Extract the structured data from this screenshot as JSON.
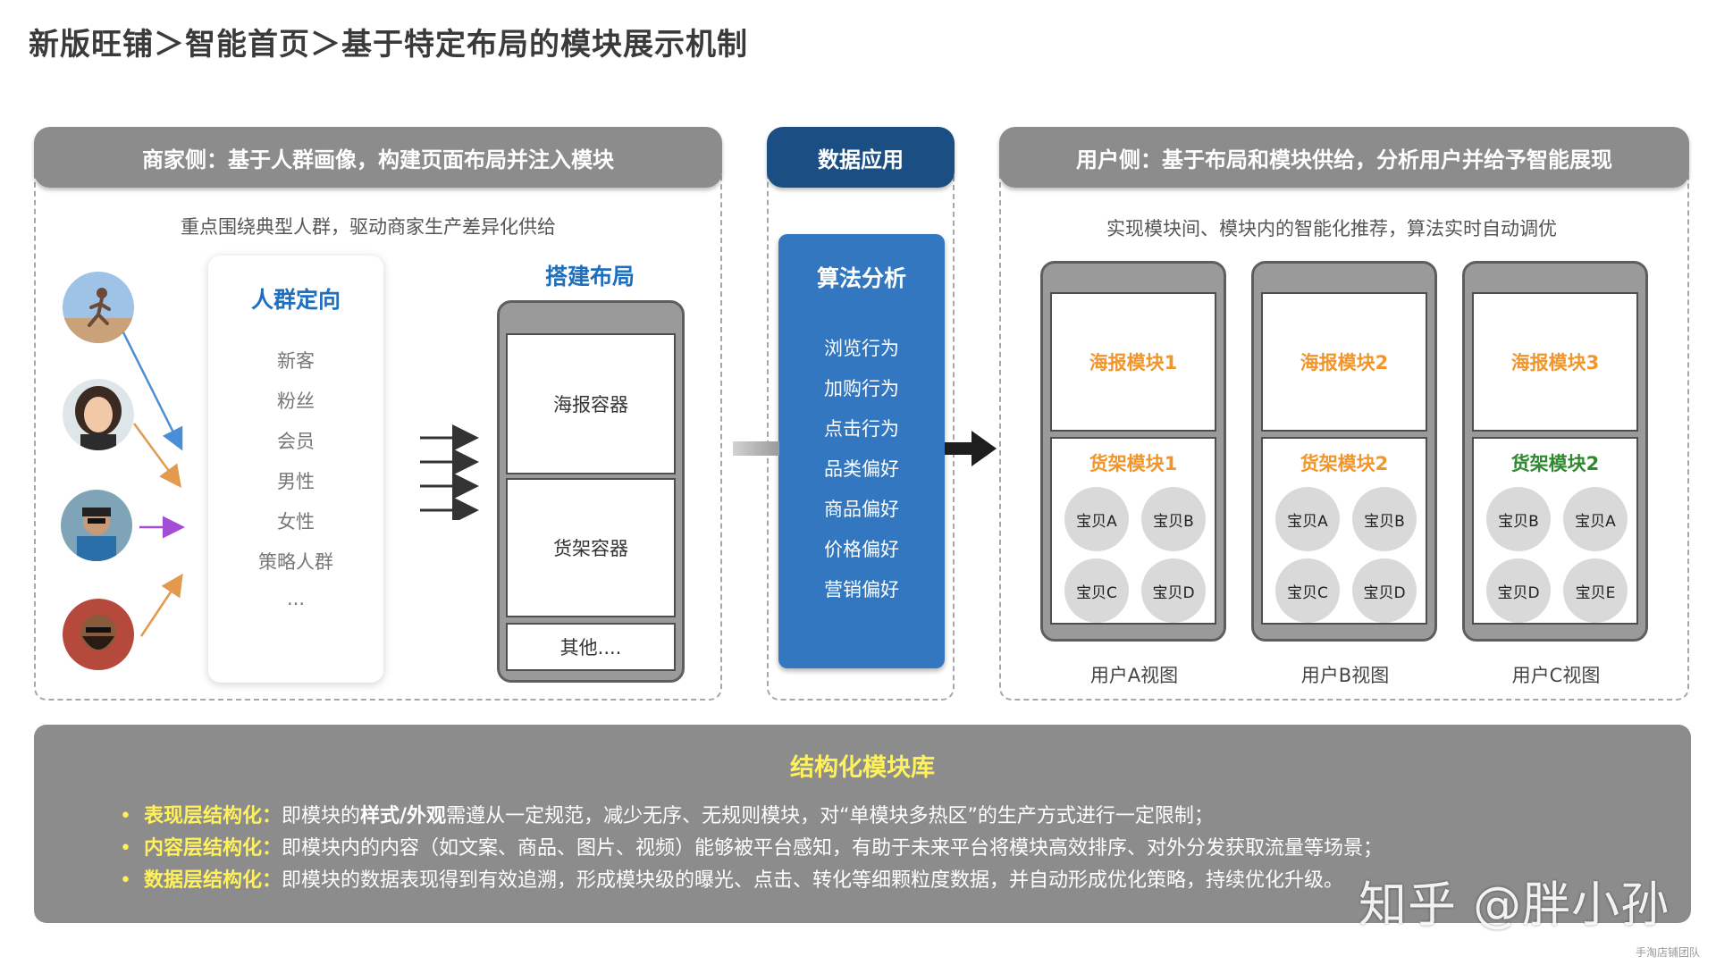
{
  "page_title": "新版旺铺＞智能首页＞基于特定布局的模块展示机制",
  "merchant": {
    "header": "商家侧：基于人群画像，构建页面布局并注入模块",
    "subtitle": "重点围绕典型人群，驱动商家生产差异化供给",
    "crowd_title": "人群定向",
    "crowd_items": [
      "新客",
      "粉丝",
      "会员",
      "男性",
      "女性",
      "策略人群",
      "..."
    ],
    "layout_title": "搭建布局",
    "containers": [
      "海报容器",
      "货架容器",
      "其他...."
    ]
  },
  "data_app": {
    "header": "数据应用",
    "algo_title": "算法分析",
    "behaviors": [
      "浏览行为",
      "加购行为",
      "点击行为",
      "品类偏好",
      "商品偏好",
      "价格偏好",
      "营销偏好"
    ]
  },
  "user": {
    "header": "用户侧：基于布局和模块供给，分析用户并给予智能展现",
    "subtitle": "实现模块间、模块内的智能化推荐，算法实时自动调优",
    "views": [
      {
        "poster": "海报模块1",
        "shelf": "货架模块1",
        "shelf_color": "#f0962a",
        "items": [
          "宝贝A",
          "宝贝B",
          "宝贝C",
          "宝贝D"
        ],
        "label": "用户A视图"
      },
      {
        "poster": "海报模块2",
        "shelf": "货架模块2",
        "shelf_color": "#f0962a",
        "items": [
          "宝贝A",
          "宝贝B",
          "宝贝C",
          "宝贝D"
        ],
        "label": "用户B视图"
      },
      {
        "poster": "海报模块3",
        "shelf": "货架模块2",
        "shelf_color": "#2f8a2f",
        "items": [
          "宝贝B",
          "宝贝A",
          "宝贝D",
          "宝贝E"
        ],
        "label": "用户C视图"
      }
    ]
  },
  "library": {
    "title": "结构化模块库",
    "rows": [
      {
        "lead": "表现层结构化：",
        "pre": "即模块的",
        "em": "样式/外观",
        "post": "需遵从一定规范，减少无序、无规则模块，对“单模块多热区”的生产方式进行一定限制；"
      },
      {
        "lead": "内容层结构化：",
        "pre": "即模块内的内容（如文案、商品、图片、视频）能够被平台感知，有助于未来平台将模块高效排序、对外分发获取流量等场景；",
        "em": "",
        "post": ""
      },
      {
        "lead": "数据层结构化：",
        "pre": "即模块的数据表现得到有效追溯，形成模块级的曝光、点击、转化等细颗粒度数据，并自动形成优化策略，持续优化升级。",
        "em": "",
        "post": ""
      }
    ]
  },
  "watermark": "知乎 @胖小孙",
  "corner_text": "手淘店铺团队",
  "colors": {
    "header_gray": "#8c8c8c",
    "header_navy": "#1b4e82",
    "algo_blue": "#3277c0",
    "title_blue": "#1f6fbf",
    "orange": "#f0962a",
    "green": "#2f8a2f",
    "yellow": "#fff15a"
  }
}
